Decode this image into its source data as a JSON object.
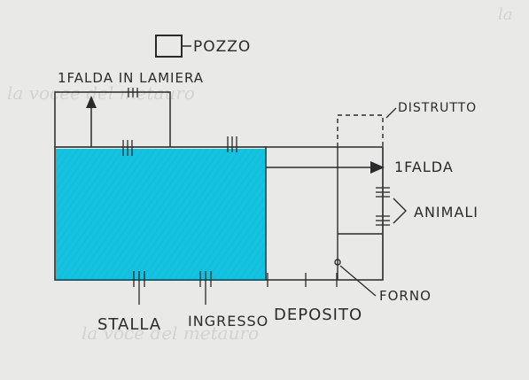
{
  "labels": {
    "pozzo": "POZZO",
    "falda_lamiera": "1FALDA IN LAMIERA",
    "distrutto": "DISTRUTTO",
    "falda": "1FALDA",
    "animali": "ANIMALI",
    "forno": "FORNO",
    "stalla": "STALLA",
    "ingresso": "INGRESSO",
    "deposito": "DEPOSITO"
  },
  "watermarks": {
    "top": "la vocee del metauro",
    "bottom": "la voce del metauro",
    "corner": "la"
  },
  "colors": {
    "background": "#e9e9e7",
    "highlight": "#14c3df",
    "ink": "#2b2b2b",
    "watermark": "#d3d3d1"
  }
}
